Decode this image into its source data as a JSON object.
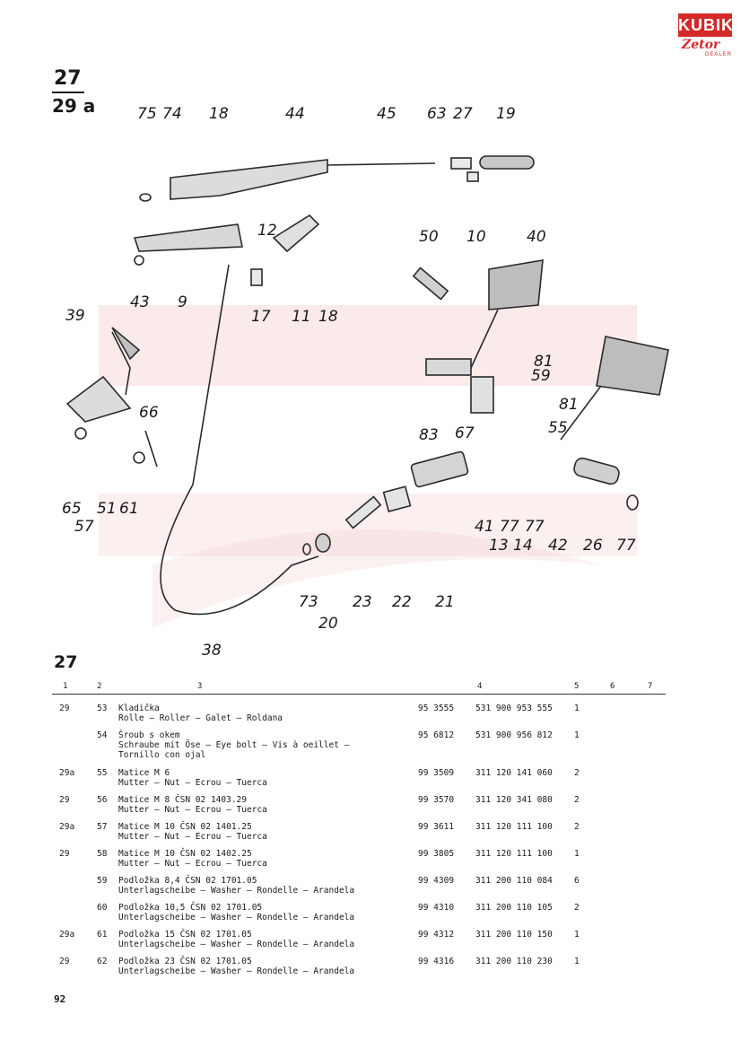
{
  "logo": {
    "top": "KUBIK",
    "bottom": "Zetor",
    "sub": "DEALER"
  },
  "figure_refs": {
    "top": "27",
    "bottom": "29 a"
  },
  "callouts": [
    "75",
    "74",
    "18",
    "44",
    "45",
    "63",
    "27",
    "19",
    "12",
    "10",
    "50",
    "40",
    "43",
    "9",
    "17",
    "11",
    "18",
    "81",
    "59",
    "39",
    "83",
    "67",
    "81",
    "55",
    "66",
    "65",
    "57",
    "51",
    "61",
    "41",
    "77",
    "77",
    "26",
    "77",
    "13",
    "14",
    "42",
    "73",
    "23",
    "22",
    "21",
    "20",
    "38"
  ],
  "section_title": "27",
  "columns": [
    "1",
    "2",
    "3",
    "4",
    "5",
    "6",
    "7"
  ],
  "parts": [
    {
      "fig": "29",
      "pos": "53",
      "line1": "Kladička",
      "line2": "Rolle — Roller — Galet — Roldana",
      "cat": "95 3555",
      "num": "531 900 953 555",
      "qty": "1"
    },
    {
      "fig": "",
      "pos": "54",
      "line1": "Šroub s okem",
      "line2": "Schraube mit Öse — Eye bolt — Vis à oeillet —",
      "line3": "Tornillo con ojal",
      "cat": "95 6812",
      "num": "531 900 956 812",
      "qty": "1"
    },
    {
      "fig": "29a",
      "pos": "55",
      "line1": "Matice M 6",
      "line2": "Mutter — Nut — Ecrou — Tuerca",
      "cat": "99 3509",
      "num": "311 120 141 060",
      "qty": "2"
    },
    {
      "fig": "29",
      "pos": "56",
      "line1": "Matice M 8 ČSN 02 1403.29",
      "line2": "Mutter — Nut — Ecrou — Tuerca",
      "cat": "99 3570",
      "num": "311 120 341 080",
      "qty": "2"
    },
    {
      "fig": "29a",
      "pos": "57",
      "line1": "Matice M 10 ČSN 02 1401.25",
      "line2": "Mutter — Nut — Ecrou — Tuerca",
      "cat": "99 3611",
      "num": "311 120 111 100",
      "qty": "2"
    },
    {
      "fig": "29",
      "pos": "58",
      "line1": "Matice M 10 ČSN 02 1402.25",
      "line2": "Mutter — Nut — Ecrou — Tuerca",
      "cat": "99 3805",
      "num": "311 120 111 100",
      "qty": "1"
    },
    {
      "fig": "",
      "pos": "59",
      "line1": "Podložka 8,4 ČSN 02 1701.05",
      "line2": "Unterlagscheibe — Washer — Rondelle — Arandela",
      "cat": "99 4309",
      "num": "311 200 110 084",
      "qty": "6"
    },
    {
      "fig": "",
      "pos": "60",
      "line1": "Podložka 10,5 ČSN 02 1701.05",
      "line2": "Unterlagscheibe — Washer — Rondelle — Arandela",
      "cat": "99 4310",
      "num": "311 200 110 105",
      "qty": "2"
    },
    {
      "fig": "29a",
      "pos": "61",
      "line1": "Podložka 15 ČSN 02 1701.05",
      "line2": "Unterlagscheibe — Washer — Rondelle — Arandela",
      "cat": "99 4312",
      "num": "311 200 110 150",
      "qty": "1"
    },
    {
      "fig": "29",
      "pos": "62",
      "line1": "Podložka 23 ČSN 02 1701.05",
      "line2": "Unterlagscheibe — Washer — Rondelle — Arandela",
      "cat": "99 4316",
      "num": "311 200 110 230",
      "qty": "1"
    }
  ],
  "page_number": "92"
}
